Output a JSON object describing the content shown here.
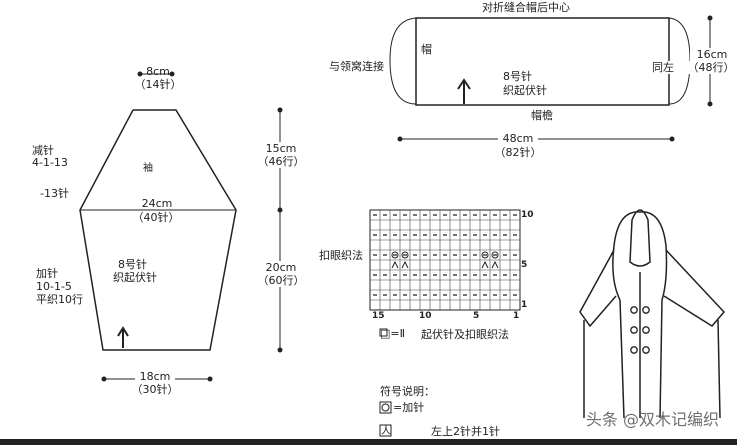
{
  "sleeve": {
    "top_width": "8cm",
    "top_stitches": "（14针）",
    "label": "袖",
    "mid_width": "24cm",
    "mid_stitches": "（40针）",
    "decrease_title": "减针",
    "decrease_rule": "4-1-13",
    "decrease_total": "-13针",
    "increase_title": "加针",
    "increase_rule": "10-1-5",
    "increase_plain": "平织10行",
    "needle": "8号针",
    "stitch": "织起伏针",
    "upper_height": "15cm",
    "upper_rows": "（46行）",
    "lower_height": "20cm",
    "lower_rows": "（60行）",
    "bottom_width": "18cm",
    "bottom_stitches": "（30针）"
  },
  "hood": {
    "top_note": "对折缝合帽后中心",
    "label": "帽",
    "neck_note": "与领窝连接",
    "needle": "8号针",
    "stitch": "织起伏针",
    "same_left": "同左",
    "brim": "帽檐",
    "height": "16cm",
    "height_rows": "（48行）",
    "width": "48cm",
    "width_stitches": "（82针）"
  },
  "chart": {
    "buttonhole_label": "扣眼织法",
    "row_10": "10",
    "row_5": "5",
    "row_1": "1",
    "col_15": "15",
    "col_10": "10",
    "col_5": "5",
    "col_1": "1",
    "legend_symbol": "□=Ⅱ",
    "legend_text": "起伏针及扣眼织法"
  },
  "symbols": {
    "title": "符号说明：",
    "yarn_over": "=加针",
    "k2tog_symbol": "人",
    "k2tog": "左上2针并1针"
  },
  "watermark": "头条 @双木记编织"
}
